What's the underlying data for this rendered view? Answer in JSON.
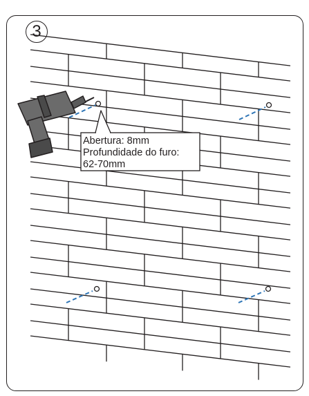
{
  "step_number": "3",
  "callout": {
    "lines": [
      "Abertura: 8mm",
      "Profundidade do furo:",
      "62-70mm"
    ]
  },
  "colors": {
    "outline": "#231f20",
    "drill_body": "#6b6b6b",
    "drill_dark": "#4a4a4a",
    "dash_line": "#2e75b6"
  },
  "icons": [
    "drill-icon",
    "hole-marker-icon"
  ]
}
